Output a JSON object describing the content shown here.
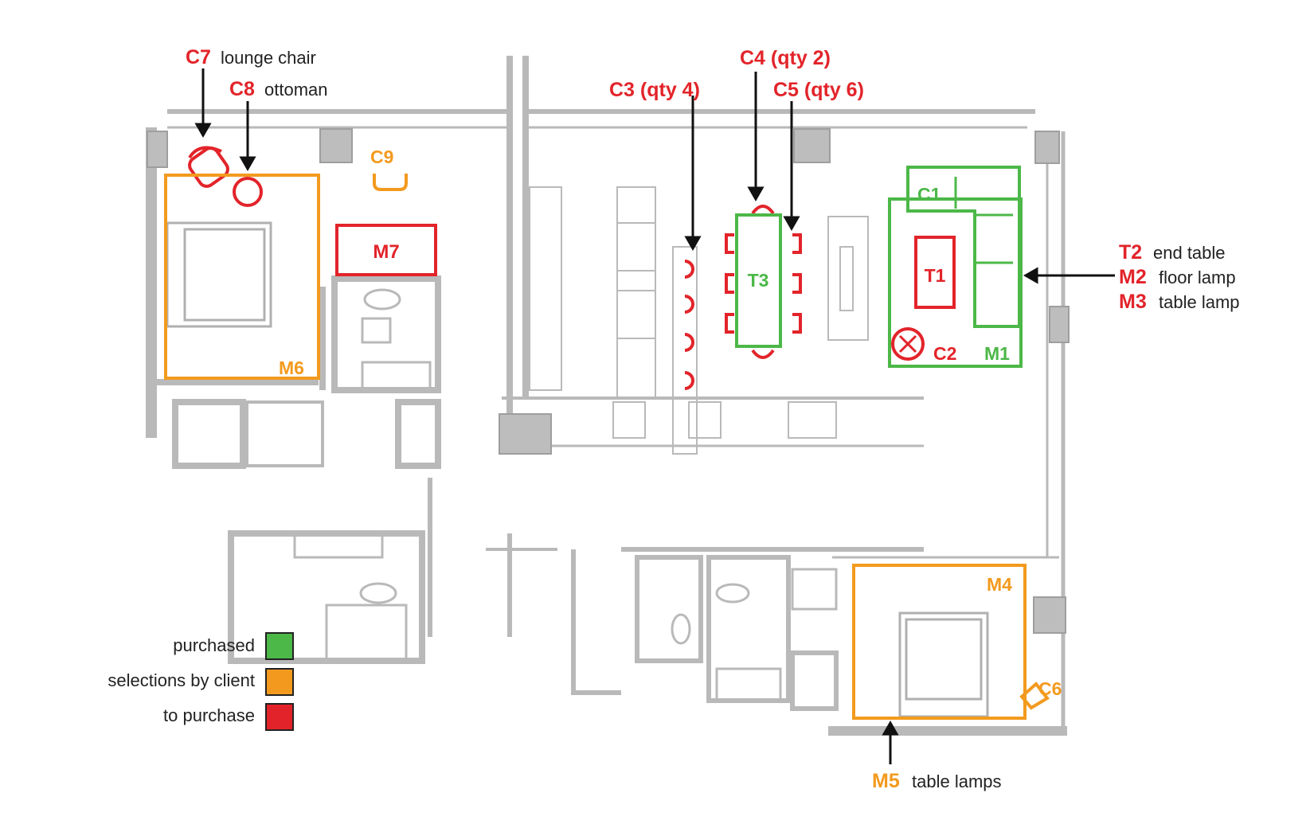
{
  "colors": {
    "purchased": "#4cb848",
    "selections_by_client": "#f39a1e",
    "to_purchase": "#e2242a",
    "wall": "#b9b9b9",
    "wall_dark": "#a8a8a8",
    "ink": "#111111",
    "text": "#222222"
  },
  "legend": {
    "purchased": "purchased",
    "selections_by_client": "selections by client",
    "to_purchase": "to purchase"
  },
  "labels": {
    "c7_code": "C7",
    "c7_desc": "lounge chair",
    "c8_code": "C8",
    "c8_desc": "ottoman",
    "c9": "C9",
    "m7": "M7",
    "m6": "M6",
    "c3": "C3 (qty 4)",
    "c4": "C4 (qty 2)",
    "c5": "C5 (qty 6)",
    "t3": "T3",
    "c1": "C1",
    "t1": "T1",
    "c2": "C2",
    "m1": "M1",
    "t2_code": "T2",
    "t2_desc": "end table",
    "m2_code": "M2",
    "m2_desc": "floor lamp",
    "m3_code": "M3",
    "m3_desc": "table lamp",
    "m4": "M4",
    "c6": "C6",
    "m5_code": "M5",
    "m5_desc": "table lamps"
  }
}
